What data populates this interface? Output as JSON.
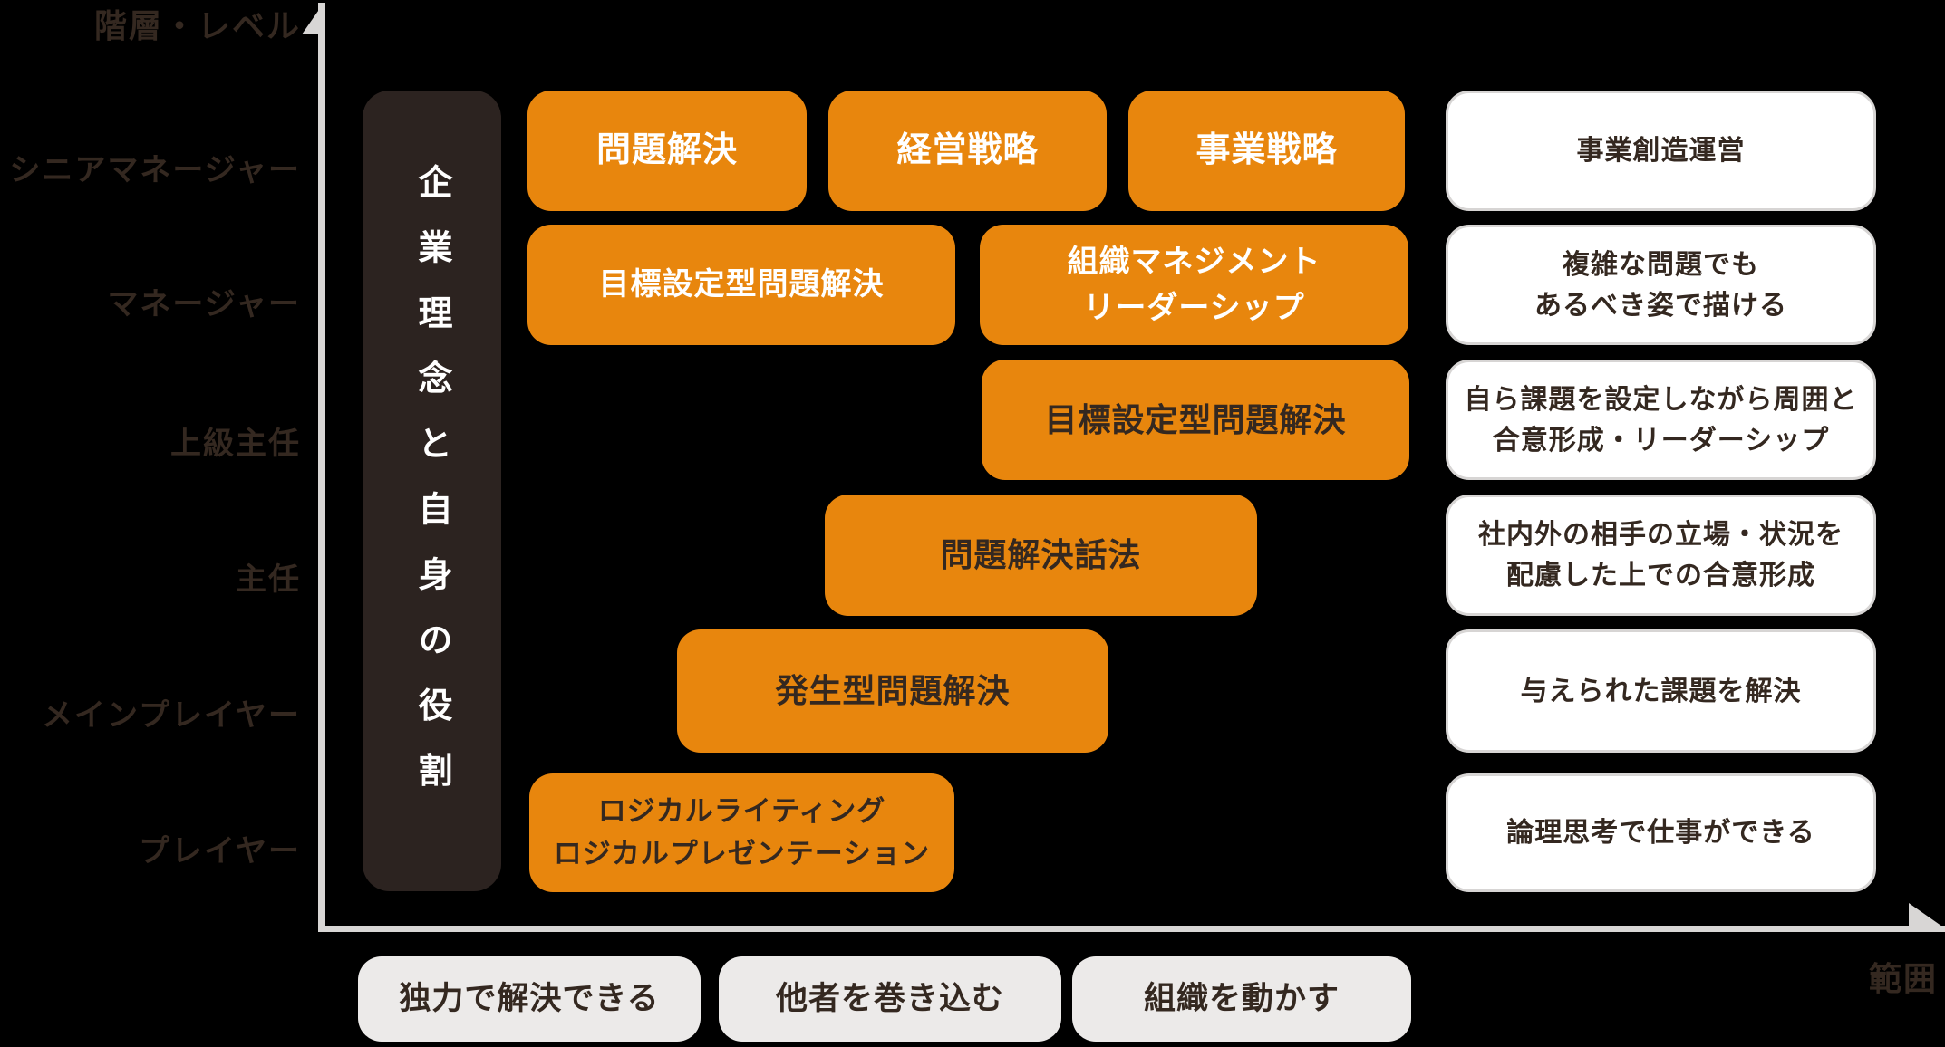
{
  "axes": {
    "y_label": "階層・レベル",
    "x_label": "範囲"
  },
  "levels": [
    {
      "label": "シニアマネージャー"
    },
    {
      "label": "マネージャー"
    },
    {
      "label": "上級主任"
    },
    {
      "label": "主任"
    },
    {
      "label": "メインプレイヤー"
    },
    {
      "label": "プレイヤー"
    }
  ],
  "pillar": {
    "label": "企業理念と自身の役割"
  },
  "skills": [
    {
      "label": "問題解決"
    },
    {
      "label": "経営戦略"
    },
    {
      "label": "事業戦略"
    },
    {
      "label": "目標設定型問題解決"
    },
    {
      "label": "組織マネジメント\nリーダーシップ"
    },
    {
      "label": "目標設定型問題解決"
    },
    {
      "label": "問題解決話法"
    },
    {
      "label": "発生型問題解決"
    },
    {
      "label": "ロジカルライティング\nロジカルプレゼンテーション"
    }
  ],
  "outcomes": [
    {
      "label": "事業創造運営"
    },
    {
      "label": "複雑な問題でも\nあるべき姿で描ける"
    },
    {
      "label": "自ら課題を設定しながら周囲と\n合意形成・リーダーシップ"
    },
    {
      "label": "社内外の相手の立場・状況を\n配慮した上での合意形成"
    },
    {
      "label": "与えられた課題を解決"
    },
    {
      "label": "論理思考で仕事ができる"
    }
  ],
  "scopes": [
    {
      "label": "独力で解決できる"
    },
    {
      "label": "他者を巻き込む"
    },
    {
      "label": "組織を動かす"
    }
  ],
  "colors": {
    "orange": "#E8860D",
    "pillar_bg": "#2C2320",
    "dark_text": "#342820",
    "axis_gray": "#D8D6D5",
    "white_box": "#FFFFFF",
    "gray_box": "#ECEAE9",
    "background": "#000000"
  }
}
